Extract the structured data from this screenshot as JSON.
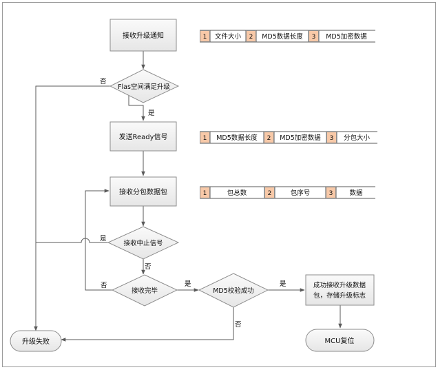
{
  "nodes": {
    "receive_notice": "接收升级通知",
    "flash_check": "Flas空间满足升级",
    "send_ready": "发送Ready信号",
    "receive_packet": "接收分包数据包",
    "abort_check": "接收中止信号",
    "done_check": "接收完毕",
    "md5_check": "MD5校验成功",
    "success_line1": "成功接收升级数据",
    "success_line2": "包，存储升级标志",
    "fail": "升级失败",
    "mcu_reset": "MCU复位"
  },
  "edge_labels": {
    "flash_no": "否",
    "flash_yes": "是",
    "abort_yes": "是",
    "abort_no": "否",
    "done_no": "否",
    "done_yes": "是",
    "md5_yes": "是",
    "md5_no": "否"
  },
  "frames": {
    "notice": [
      {
        "num": "1",
        "label": "文件大小"
      },
      {
        "num": "2",
        "label": "MD5数据长度"
      },
      {
        "num": "3",
        "label": "MD5加密数据"
      }
    ],
    "ready": [
      {
        "num": "1",
        "label": "MD5数据长度"
      },
      {
        "num": "2",
        "label": "MD5加密数据"
      },
      {
        "num": "3",
        "label": "分包大小"
      }
    ],
    "packet": [
      {
        "num": "1",
        "label": "包总数"
      },
      {
        "num": "2",
        "label": "包序号"
      },
      {
        "num": "3",
        "label": "数据"
      }
    ]
  },
  "colors": {
    "box_fill": "#eeeeee",
    "box_stroke": "#8c8c8c",
    "line": "#5a5a5a",
    "num_fill": "#f8c9a8",
    "text": "#111111"
  }
}
